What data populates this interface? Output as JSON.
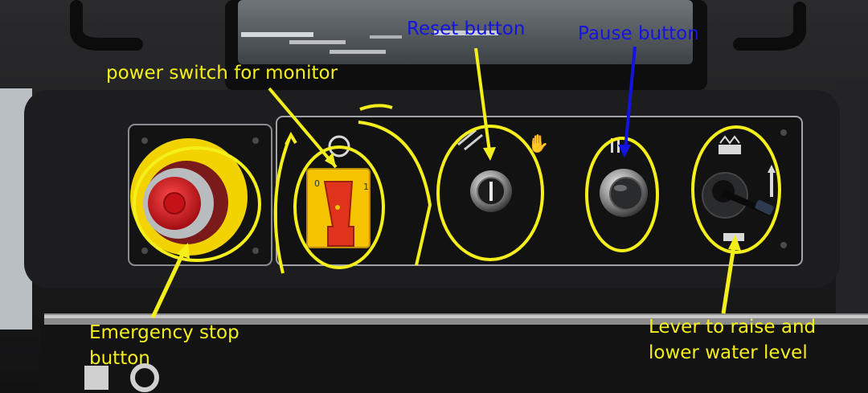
{
  "labels": {
    "reset": "Reset button",
    "pause": "Pause button",
    "power": "power switch for monitor",
    "estop_line1": "Emergency stop",
    "estop_line2": "button",
    "lever_line1": "Lever to raise and",
    "lever_line2": "lower water level"
  },
  "panel_markings": {
    "switch_off": "0",
    "switch_on": "1"
  },
  "colors": {
    "annotation_yellow": "#f4ef1a",
    "annotation_blue": "#1414e0",
    "panel_black": "#1b1b1c",
    "estop_yellow": "#f2d300",
    "estop_red": "#d81c22",
    "switch_yellow": "#f5c400",
    "switch_red": "#e0331c"
  }
}
